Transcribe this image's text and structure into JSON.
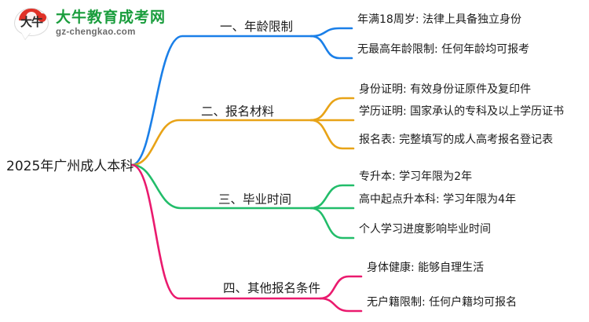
{
  "logo": {
    "mark_text": "大牛",
    "title": "大牛教育成考网",
    "domain": "gz-chengkao.com",
    "brand_green": "#1a9d3d",
    "brand_red": "#e03127"
  },
  "mindmap": {
    "root": "2025年广州成人本科",
    "colors": {
      "blue": "#1a7fe8",
      "orange": "#e8a317",
      "green": "#22bd6a",
      "pink": "#ea1a6e"
    },
    "branches": [
      {
        "label": "一、年龄限制",
        "color": "#1a7fe8",
        "leaves": [
          "年满18周岁: 法律上具备独立身份",
          "无最高年龄限制: 任何年龄均可报考"
        ]
      },
      {
        "label": "二、报名材料",
        "color": "#e8a317",
        "leaves": [
          "身份证明: 有效身份证原件及复印件",
          "学历证明: 国家承认的专科及以上学历证书",
          "报名表: 完整填写的成人高考报名登记表"
        ]
      },
      {
        "label": "三、毕业时间",
        "color": "#22bd6a",
        "leaves": [
          "专升本: 学习年限为2年",
          "高中起点升本科: 学习年限为4年",
          "个人学习进度影响毕业时间"
        ]
      },
      {
        "label": "四、其他报名条件",
        "color": "#ea1a6e",
        "leaves": [
          "身体健康: 能够自理生活",
          "无户籍限制: 任何户籍均可报名"
        ]
      }
    ]
  }
}
